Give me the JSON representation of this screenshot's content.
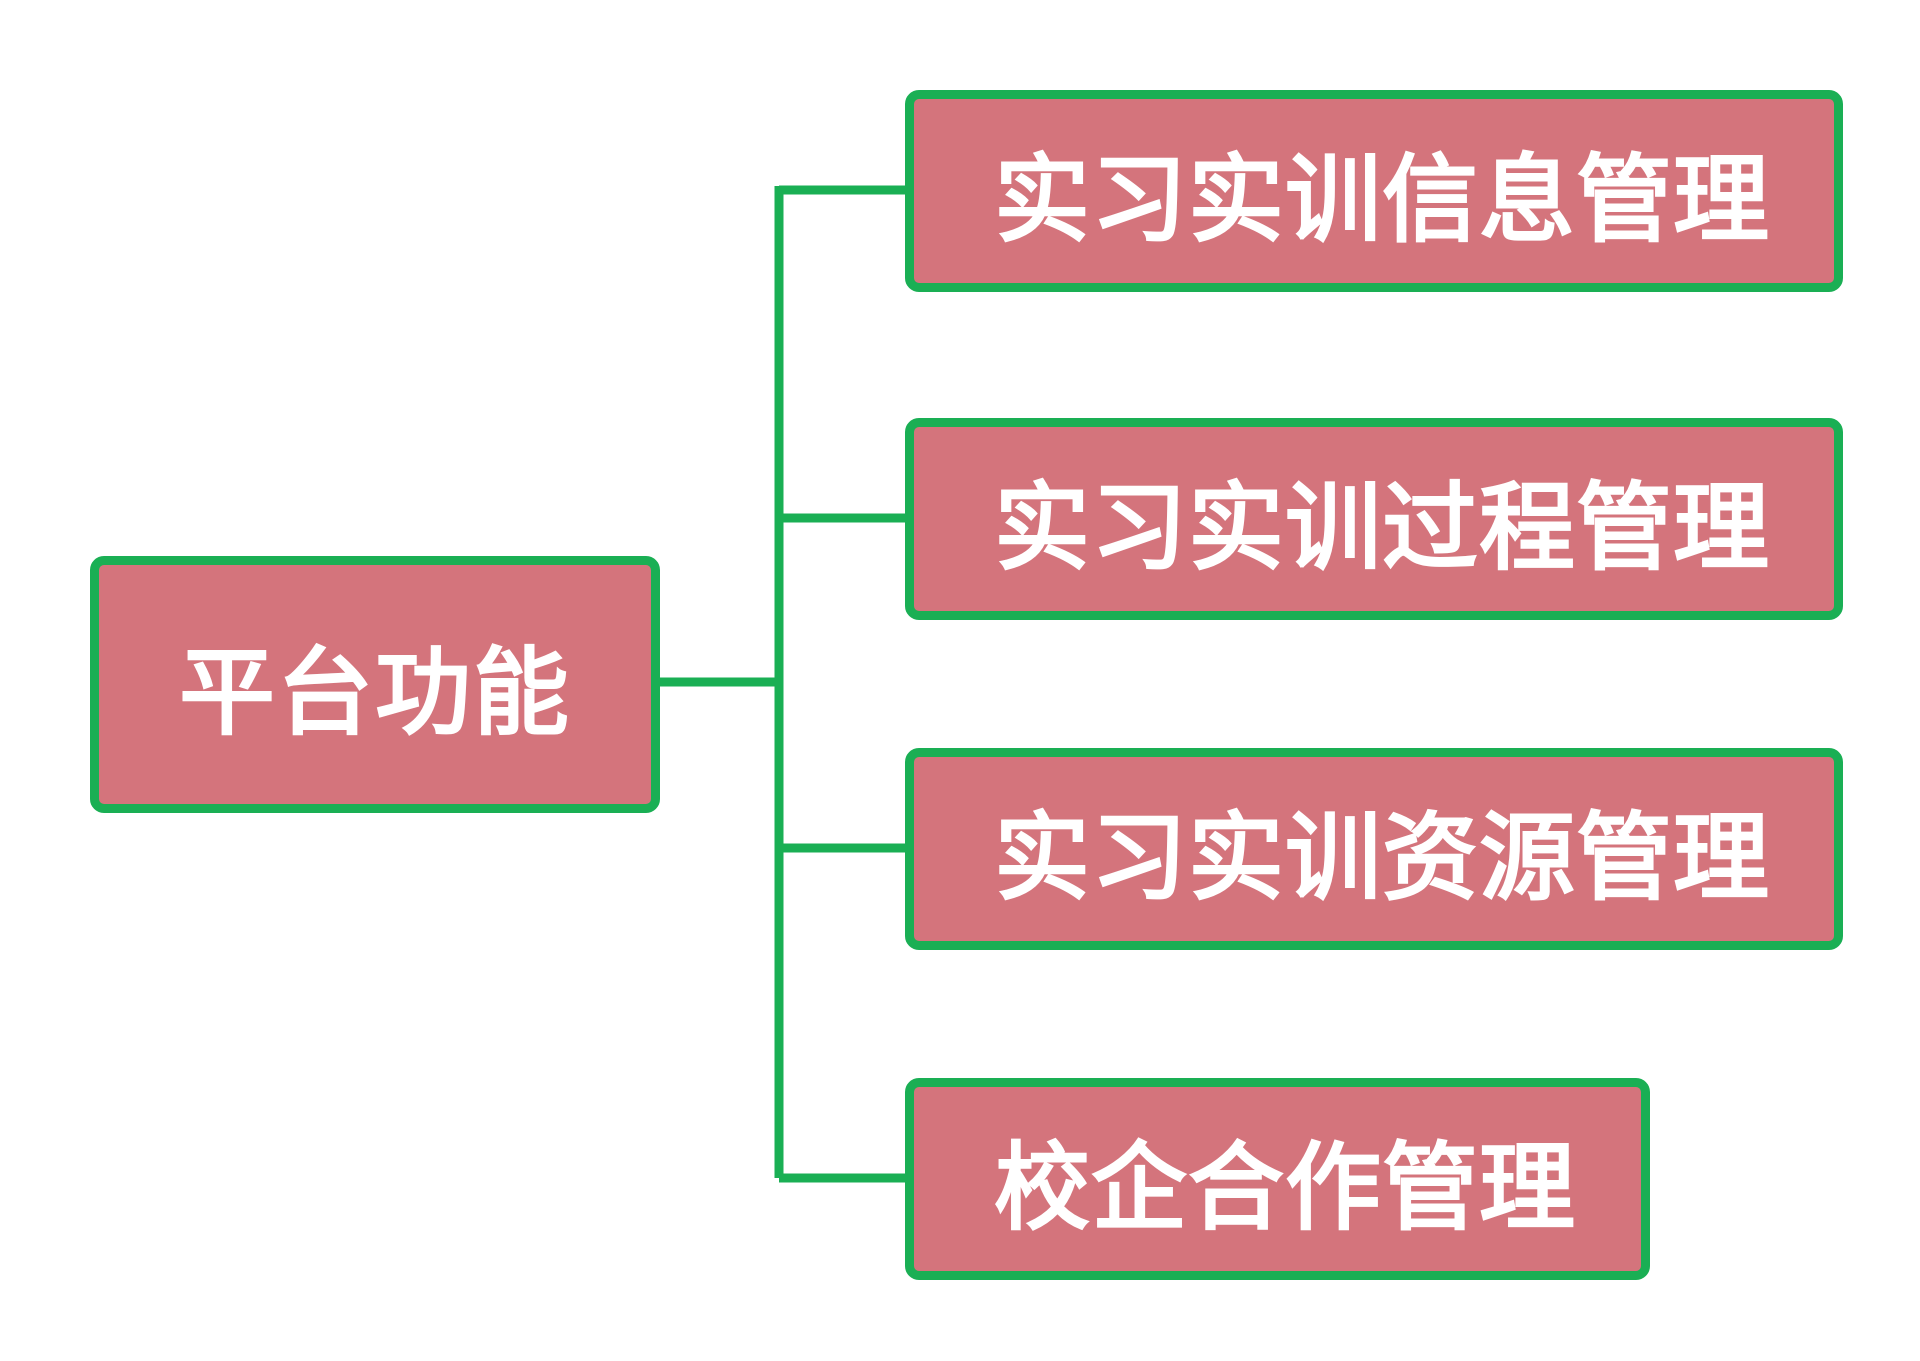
{
  "diagram": {
    "root": {
      "label": "平台功能"
    },
    "children": [
      {
        "label": "实习实训信息管理"
      },
      {
        "label": "实习实训过程管理"
      },
      {
        "label": "实习实训资源管理"
      },
      {
        "label": "校企合作管理"
      }
    ]
  },
  "colors": {
    "node_fill": "#d4747c",
    "node_border": "#1aaf54",
    "connector": "#1aaf54",
    "text": "#ffffff"
  }
}
